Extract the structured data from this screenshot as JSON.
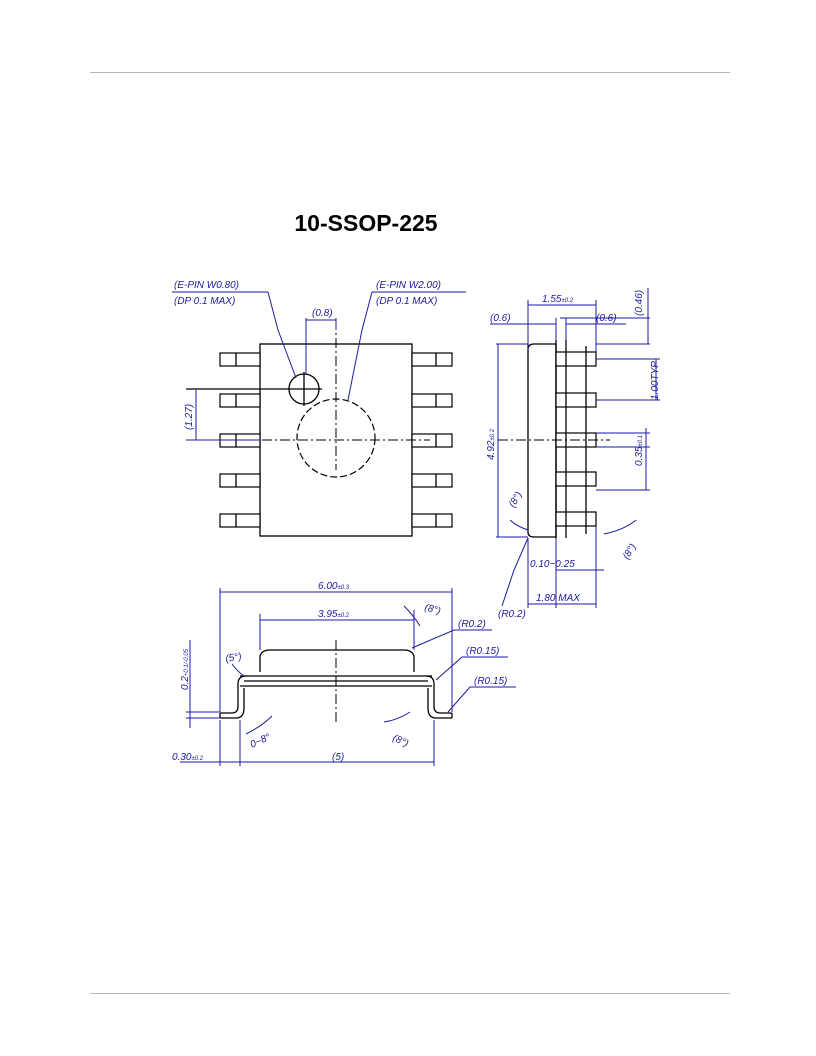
{
  "title": "10-SSOP-225",
  "top_view": {
    "epin1_line1": "(E-PIN  W0.80)",
    "epin1_line2": "(DP  0.1  MAX)",
    "epin2_line1": "(E-PIN  W2.00)",
    "epin2_line2": "(DP  0.1  MAX)",
    "dim_08": "(0.8)",
    "dim_127": "(1.27)"
  },
  "side_view": {
    "dim_155": "1.55",
    "dim_155_tol": "±0.2",
    "dim_046": "(0.46)",
    "dim_06_left": "(0.6)",
    "dim_06_right": "(0.6)",
    "dim_100typ": "1.00TYP",
    "dim_492": "4.92",
    "dim_492_tol": "±0.2",
    "dim_035": "0.35",
    "dim_035_tol": "±0.1",
    "angle_left": "(8°)",
    "angle_right": "(8°)",
    "dim_010_025": "0.10~0.25",
    "dim_180max": "1.80 MAX",
    "radius": "(R0.2)"
  },
  "front_view": {
    "dim_600": "6.00",
    "dim_600_tol": "±0.3",
    "dim_395": "3.95",
    "dim_395_tol": "±0.2",
    "angle_top": "(8°)",
    "r02": "(R0.2)",
    "r015_a": "(R0.15)",
    "r015_b": "(R0.15)",
    "angle_5": "(5°)",
    "dim_02": "0.2",
    "dim_02_tol": "+0.1/-0.05",
    "angle_0_8": "0~8°",
    "angle_bottom": "(8°)",
    "dim_030": "0.30",
    "dim_030_tol": "±0.2",
    "dim_5": "(5)"
  }
}
